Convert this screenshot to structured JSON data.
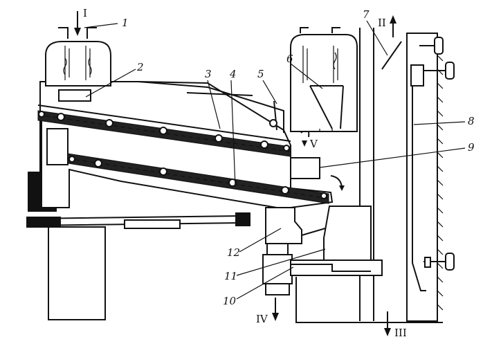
{
  "callouts": [
    "1",
    "2",
    "3",
    "4",
    "5",
    "6",
    "7",
    "8",
    "9",
    "10",
    "11",
    "12"
  ],
  "flows": {
    "in": "I",
    "out2": "II",
    "out3": "III",
    "out4": "IV",
    "out5": "V"
  }
}
